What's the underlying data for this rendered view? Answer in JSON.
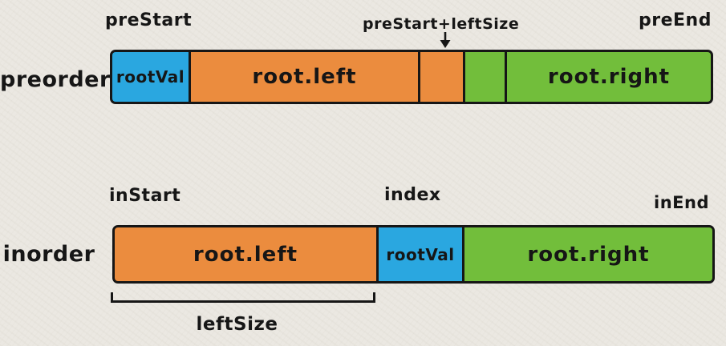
{
  "colors": {
    "bg": "#ebe8e2",
    "ink": "#161616",
    "blue": "#2aa7e0",
    "orange": "#eb8c3e",
    "green": "#72be3b"
  },
  "preorder": {
    "row_label": "preorder",
    "start_pointer": "preStart",
    "split_pointer": "preStart+leftSize",
    "end_pointer": "preEnd",
    "cells": [
      {
        "label": "rootVal"
      },
      {
        "label": "root.left"
      },
      {
        "label": ""
      },
      {
        "label": ""
      },
      {
        "label": "root.right"
      }
    ]
  },
  "inorder": {
    "row_label": "inorder",
    "start_pointer": "inStart",
    "split_pointer": "index",
    "end_pointer": "inEnd",
    "cells": [
      {
        "label": "root.left"
      },
      {
        "label": "rootVal"
      },
      {
        "label": "root.right"
      }
    ]
  },
  "bracket": {
    "label": "leftSize"
  }
}
